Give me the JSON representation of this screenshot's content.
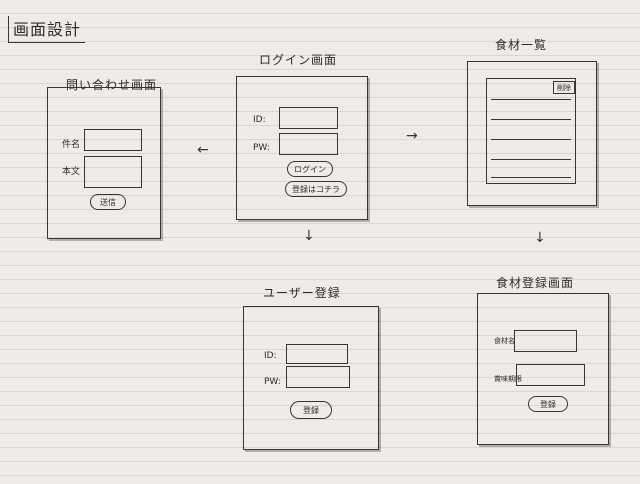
{
  "title": "画面設計",
  "screens": {
    "contact": {
      "title": "問い合わせ画面",
      "label_1": "件名",
      "label_2": "本文",
      "button": "送信"
    },
    "login": {
      "title": "ログイン画面",
      "id_label": "ID:",
      "pw_label": "PW:",
      "login_button": "ログイン",
      "register_button": "登録はコチラ"
    },
    "food_list": {
      "title": "食材一覧",
      "delete_button": "削除"
    },
    "user_register": {
      "title": "ユーザー登録",
      "id_label": "ID:",
      "pw_label": "PW:",
      "button": "登録"
    },
    "food_register": {
      "title": "食材登録画面",
      "label_1": "食材名",
      "label_2": "賞味期限",
      "button": "登録"
    }
  }
}
